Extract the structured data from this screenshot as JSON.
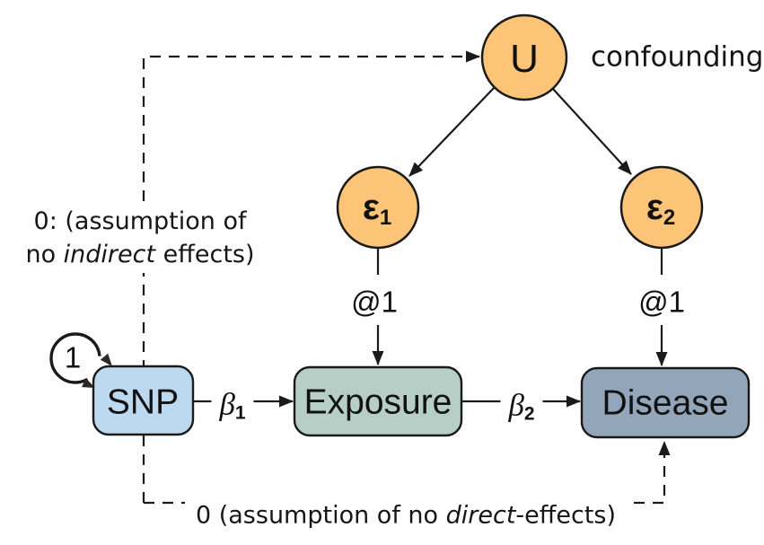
{
  "nodes": {
    "u": {
      "label": "U"
    },
    "epsilon1": {
      "base": "ε",
      "sub": "1"
    },
    "epsilon2": {
      "base": "ε",
      "sub": "2"
    },
    "snp": {
      "label": "SNP"
    },
    "exposure": {
      "label": "Exposure"
    },
    "disease": {
      "label": "Disease"
    }
  },
  "labels": {
    "confounding": "confounding",
    "variance_loop": "1",
    "loading1": "@1",
    "loading2": "@1",
    "beta1": {
      "base": "β",
      "sub": "1"
    },
    "beta2": {
      "base": "β",
      "sub": "2"
    }
  },
  "annotations": {
    "no_indirect_line1": "0: (assumption of",
    "no_indirect_line2_pre": "no ",
    "no_indirect_line2_italic": "indirect",
    "no_indirect_line2_post": " effects)",
    "no_direct_pre": "0 (assumption of no ",
    "no_direct_italic": "direct",
    "no_direct_post": "-effects)"
  },
  "colors": {
    "node_circle_fill": "#FBC477",
    "snp_fill": "#BDD9F0",
    "exposure_fill": "#B7CEC6",
    "disease_fill": "#93A5B9",
    "stroke": "#1A1A1A",
    "background": "#FFFFFF"
  }
}
